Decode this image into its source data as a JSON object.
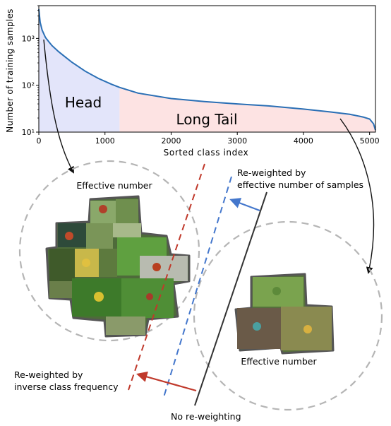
{
  "chart": {
    "type": "area",
    "xlabel": "Sorted class index",
    "ylabel": "Number of training samples",
    "y_scale": "log",
    "xlim": [
      0,
      5089
    ],
    "ylim": [
      10,
      5000
    ],
    "x_ticks": [
      0,
      1000,
      2000,
      3000,
      4000,
      5000
    ],
    "x_tick_labels": [
      "0",
      "1000",
      "2000",
      "3000",
      "4000",
      "5000"
    ],
    "y_ticks": [
      10,
      100,
      1000
    ],
    "y_tick_labels": [
      "10¹",
      "10²",
      "10³"
    ],
    "regions": [
      {
        "name": "Head",
        "x_range": [
          0,
          1220
        ],
        "color": "#e3e5fa"
      },
      {
        "name": "Long Tail",
        "x_range": [
          1220,
          5089
        ],
        "color": "#fde3e3"
      }
    ],
    "curve_color": "#2a6fb5",
    "curve": {
      "x": [
        0,
        20,
        50,
        100,
        150,
        200,
        300,
        400,
        500,
        700,
        900,
        1100,
        1220,
        1500,
        2000,
        2500,
        3000,
        3500,
        4000,
        4400,
        4700,
        4900,
        5000,
        5060,
        5089
      ],
      "y": [
        4200,
        2200,
        1500,
        1050,
        850,
        700,
        520,
        400,
        310,
        200,
        140,
        105,
        90,
        68,
        52,
        45,
        40,
        36,
        31,
        27,
        24,
        21,
        19,
        15,
        11
      ]
    }
  },
  "diagram": {
    "head_region_label": "Head",
    "tail_region_label": "Long Tail",
    "left_cluster_label": "Effective number",
    "right_cluster_label": "Effective number",
    "blue_line_label_line1": "Re-weighted by",
    "blue_line_label_line2": "effective number of samples",
    "red_line_label_line1": "Re-weighted by",
    "red_line_label_line2": "inverse class frequency",
    "black_line_label": "No re-weighting",
    "colors": {
      "red_dashed": "#c0392b",
      "blue_dashed": "#4477cc",
      "black_line": "#333333",
      "circle_dashed": "#b5b5b5",
      "red_arrow": "#c0392b",
      "blue_arrow": "#4477cc"
    }
  }
}
